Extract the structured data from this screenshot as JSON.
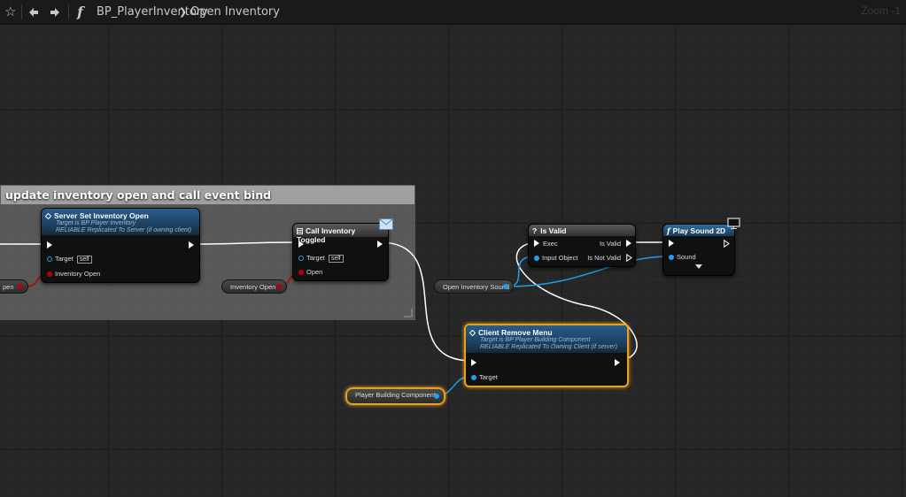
{
  "toolbar": {
    "function_glyph": "f",
    "blueprint_name": "BP_PlayerInventory",
    "breadcrumb_separator": "❯",
    "function_name": "Open Inventory",
    "zoom_label": "Zoom -1"
  },
  "comment": {
    "title": "update inventory open and call event bind"
  },
  "nodes": {
    "server_set_inventory_open": {
      "title": "Server Set Inventory Open",
      "sub1": "Target is BP Player Inventory",
      "sub2": "RELIABLE Replicated To Server (if owning client)",
      "target_label": "Target",
      "target_value": "self",
      "pin_inventory_open": "Inventory Open"
    },
    "call_inventory_toggled": {
      "title": "Call Inventory Toggled",
      "target_label": "Target",
      "target_value": "self",
      "pin_open": "Open"
    },
    "is_valid": {
      "title": "Is Valid",
      "title_glyph": "?",
      "exec_label": "Exec",
      "input_object": "Input Object",
      "is_valid_label": "Is Valid",
      "is_not_valid_label": "Is Not Valid"
    },
    "play_sound_2d": {
      "title": "Play Sound 2D",
      "title_glyph": "f",
      "sound_label": "Sound"
    },
    "client_remove_menu": {
      "title": "Client Remove Menu",
      "sub1": "Target is BP Player Building Component",
      "sub2": "RELIABLE Replicated To Owning Client (if server)",
      "target_label": "Target"
    }
  },
  "variables": {
    "open_left_partial": "pen",
    "inventory_open": "Inventory Open",
    "open_inventory_sound": "Open Inventory Sound",
    "player_building_component": "Player Building Component"
  },
  "colors": {
    "exec_wire": "#ffffff",
    "object_wire": "#1fa0e8",
    "bool_wire": "#b80000",
    "selection": "#e8a020"
  }
}
